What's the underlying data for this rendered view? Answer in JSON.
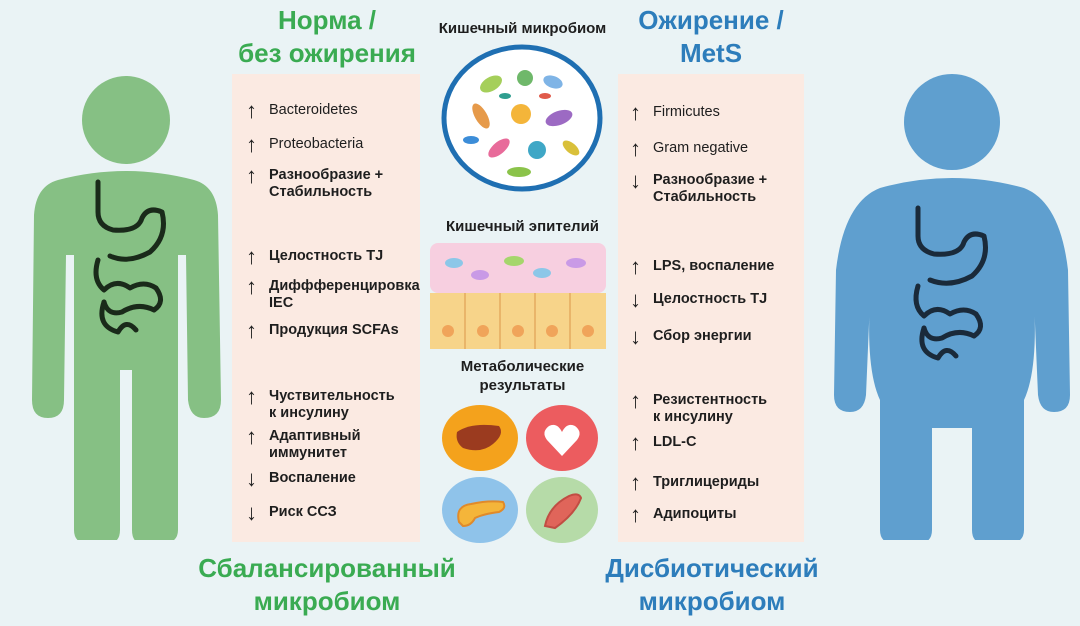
{
  "left": {
    "title_line1": "Норма /",
    "title_line2": "без ожирения",
    "footer_line1": "Сбалансированный",
    "footer_line2": "микробиом",
    "items": [
      {
        "arrow": "↑",
        "text": "Bacteroidetes",
        "text2": ""
      },
      {
        "arrow": "↑",
        "text": "Proteobacteria",
        "text2": ""
      },
      {
        "arrow": "↑",
        "text": "Разнообразие +",
        "text2": "Стабильность"
      },
      {
        "arrow": "↑",
        "text": "Целостность TJ",
        "text2": ""
      },
      {
        "arrow": "↑",
        "text": "Диффференцировка",
        "text2": "IEC"
      },
      {
        "arrow": "↑",
        "text": "Продукция SCFAs",
        "text2": ""
      },
      {
        "arrow": "↑",
        "text": "Чуствительность",
        "text2": "к инсулину"
      },
      {
        "arrow": "↑",
        "text": "Адаптивный",
        "text2": "иммунитет"
      },
      {
        "arrow": "↓",
        "text": "Воспаление",
        "text2": ""
      },
      {
        "arrow": "↓",
        "text": "Риск ССЗ",
        "text2": ""
      }
    ]
  },
  "right": {
    "title_line1": "Ожирение /",
    "title_line2": "MetS",
    "footer_line1": "Дисбиотический",
    "footer_line2": "микробиом",
    "items": [
      {
        "arrow": "↑",
        "text": "Firmicutes",
        "text2": ""
      },
      {
        "arrow": "↑",
        "text": "Gram negative",
        "text2": ""
      },
      {
        "arrow": "↓",
        "text": "Разнообразие +",
        "text2": "Стабильность"
      },
      {
        "arrow": "↑",
        "text": "LPS, воспаление",
        "text2": ""
      },
      {
        "arrow": "↓",
        "text": "Целостность TJ",
        "text2": ""
      },
      {
        "arrow": "↓",
        "text": "Сбор энергии",
        "text2": ""
      },
      {
        "arrow": "↑",
        "text": "Резистентность",
        "text2": "к инсулину"
      },
      {
        "arrow": "↑",
        "text": "LDL-C",
        "text2": ""
      },
      {
        "arrow": "↑",
        "text": "Триглицериды",
        "text2": ""
      },
      {
        "arrow": "↑",
        "text": "Адипоциты",
        "text2": ""
      }
    ]
  },
  "center": {
    "microbiome_label": "Кишечный микробиом",
    "epithelium_label": "Кишечный эпителий",
    "metabolic_label_line1": "Метаболические",
    "metabolic_label_line2": "результаты"
  },
  "colors": {
    "normal": "#3aab52",
    "obese": "#2d7dbb",
    "normal_body": "#86c084",
    "obese_body": "#5f9fcf",
    "panel": "#fbeae2"
  },
  "icons": [
    "liver-icon",
    "heart-icon",
    "pancreas-icon",
    "muscle-icon",
    "stomach-icon",
    "bacteria-icon"
  ]
}
